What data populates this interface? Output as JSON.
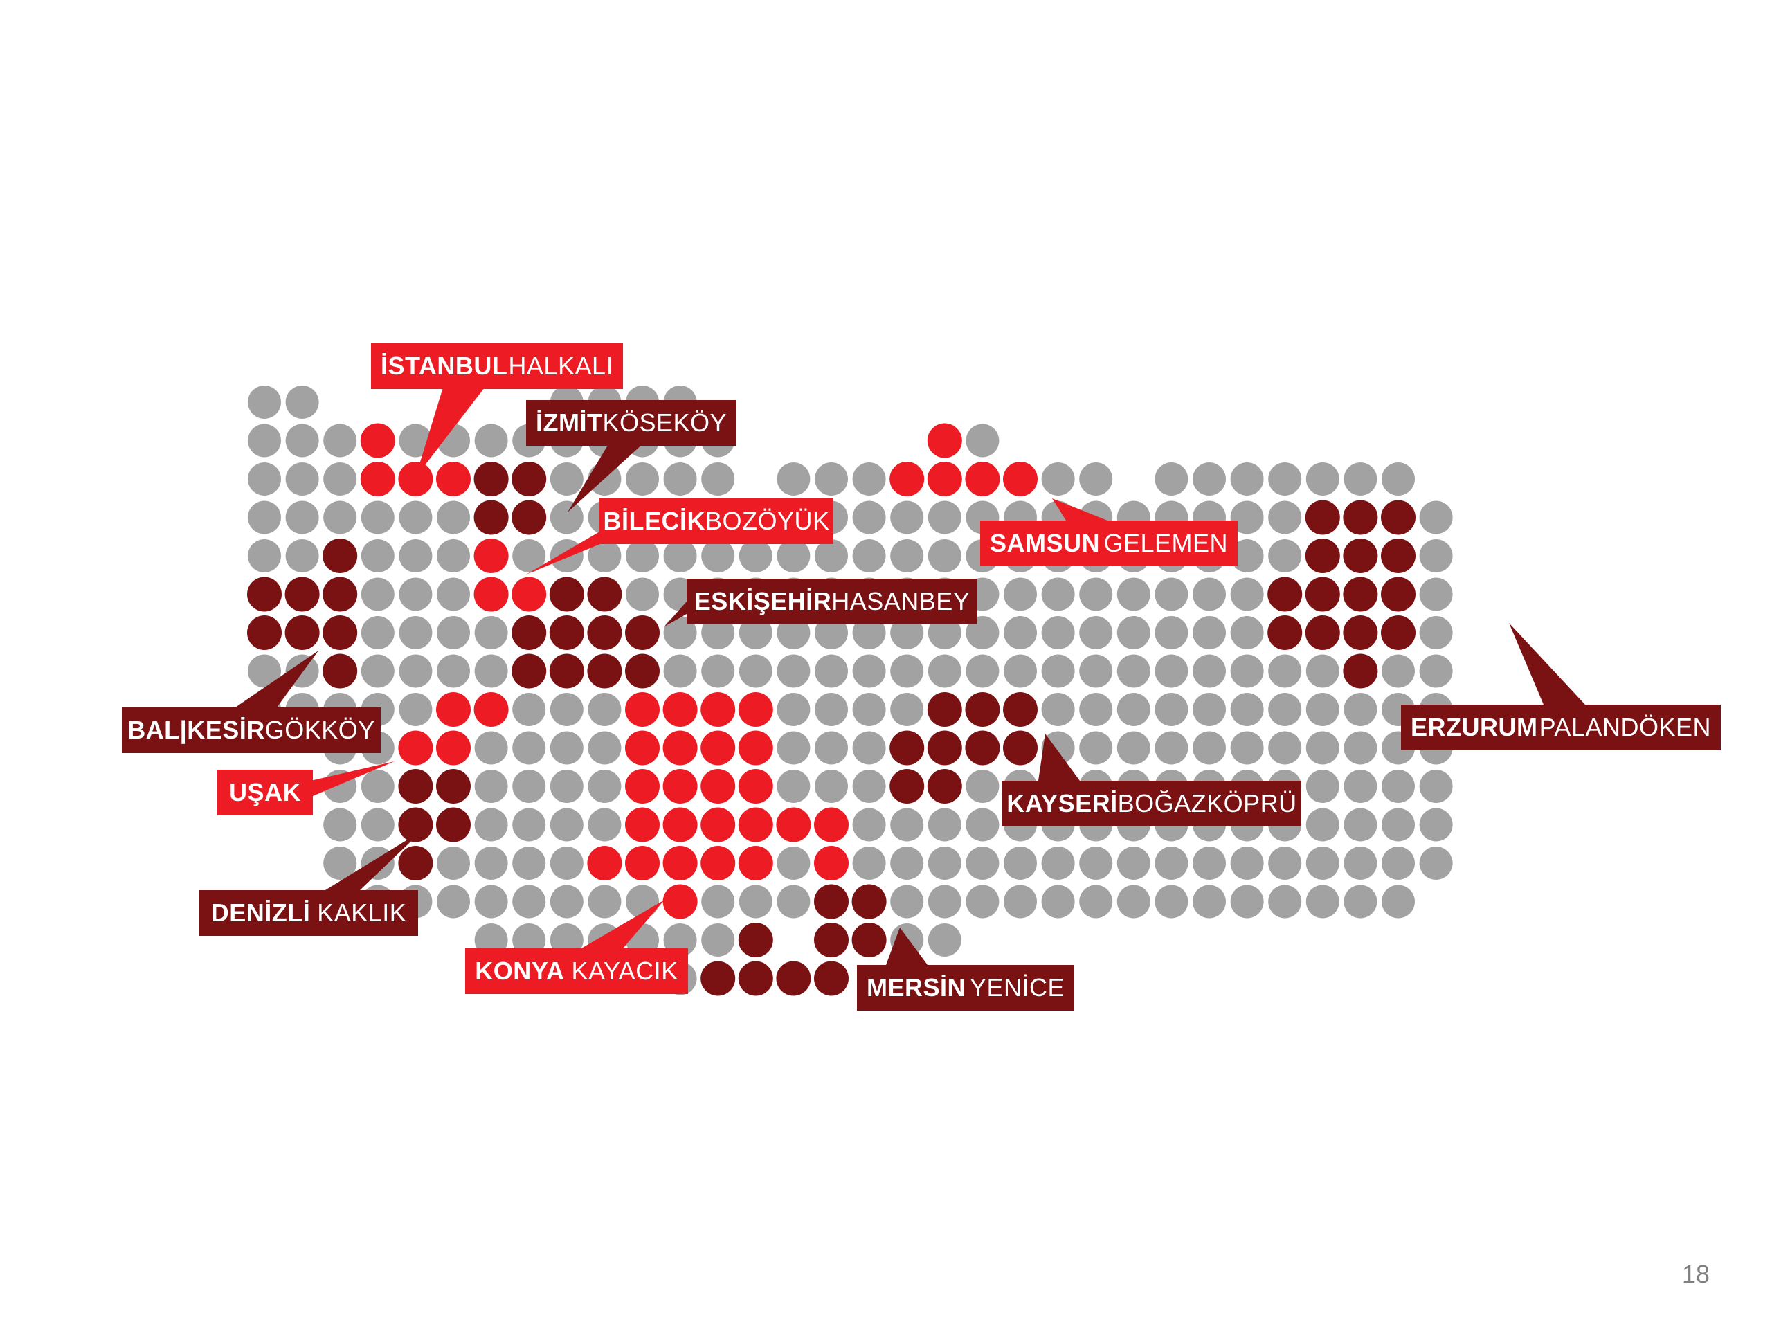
{
  "colors": {
    "grid": "#a2a2a2",
    "bright_red": "#ed1c24",
    "dark_red": "#7a1214",
    "label_text": "#ffffff",
    "page_number": "#7f7f7f"
  },
  "labels": [
    {
      "id": "istanbul",
      "city": "İSTANBUL",
      "site": "HALKALI",
      "color": "bright_red"
    },
    {
      "id": "izmit",
      "city": "İZMİT",
      "site": "KÖSEKÖY",
      "color": "dark_red"
    },
    {
      "id": "bilecik",
      "city": "BİLECİK",
      "site": "BOZÖYÜK",
      "color": "bright_red"
    },
    {
      "id": "eskisehir",
      "city": "ESKİŞEHİR",
      "site": "HASANBEY",
      "color": "dark_red"
    },
    {
      "id": "samsun",
      "city": "SAMSUN",
      "site": "GELEMEN",
      "color": "bright_red"
    },
    {
      "id": "erzurum",
      "city": "ERZURUM",
      "site": "PALANDÖKEN",
      "color": "dark_red"
    },
    {
      "id": "balikesir",
      "city": "BAL|KESİR",
      "site": "GÖKKÖY",
      "color": "dark_red"
    },
    {
      "id": "usak",
      "city": "UŞAK",
      "site": "",
      "color": "bright_red"
    },
    {
      "id": "kayseri",
      "city": "KAYSERİ",
      "site": "BOĞAZKÖPRÜ",
      "color": "dark_red"
    },
    {
      "id": "denizli",
      "city": "DENİZLİ",
      "site": "KAKLIK",
      "color": "dark_red"
    },
    {
      "id": "konya",
      "city": "KONYA",
      "site": "KAYACIK",
      "color": "bright_red"
    },
    {
      "id": "mersin",
      "city": "MERSİN",
      "site": "YENİCE",
      "color": "dark_red"
    }
  ],
  "page_number": "18"
}
